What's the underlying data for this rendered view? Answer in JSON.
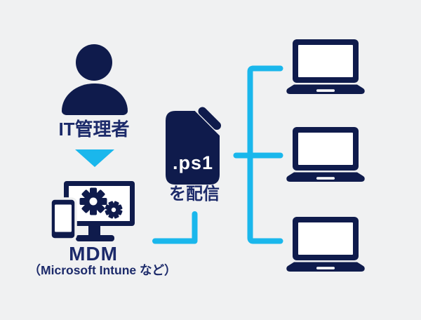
{
  "colors": {
    "background": "#f0f1f2",
    "navy": "#0f1b4c",
    "navy_text": "#1c2a6a",
    "cyan": "#1ab7ec"
  },
  "diagram": {
    "admin": {
      "label": "IT管理者",
      "icon": "person-icon"
    },
    "flow_arrow": {
      "icon": "down-arrow-icon"
    },
    "mdm": {
      "label": "MDM",
      "sublabel": "（Microsoft Intune など）",
      "icon": "mdm-devices-gear-icon"
    },
    "file": {
      "label": ".ps1",
      "action": "を配信",
      "icon": "ps1-file-icon"
    },
    "devices": [
      {
        "icon": "laptop-icon"
      },
      {
        "icon": "laptop-icon"
      },
      {
        "icon": "laptop-icon"
      }
    ]
  }
}
